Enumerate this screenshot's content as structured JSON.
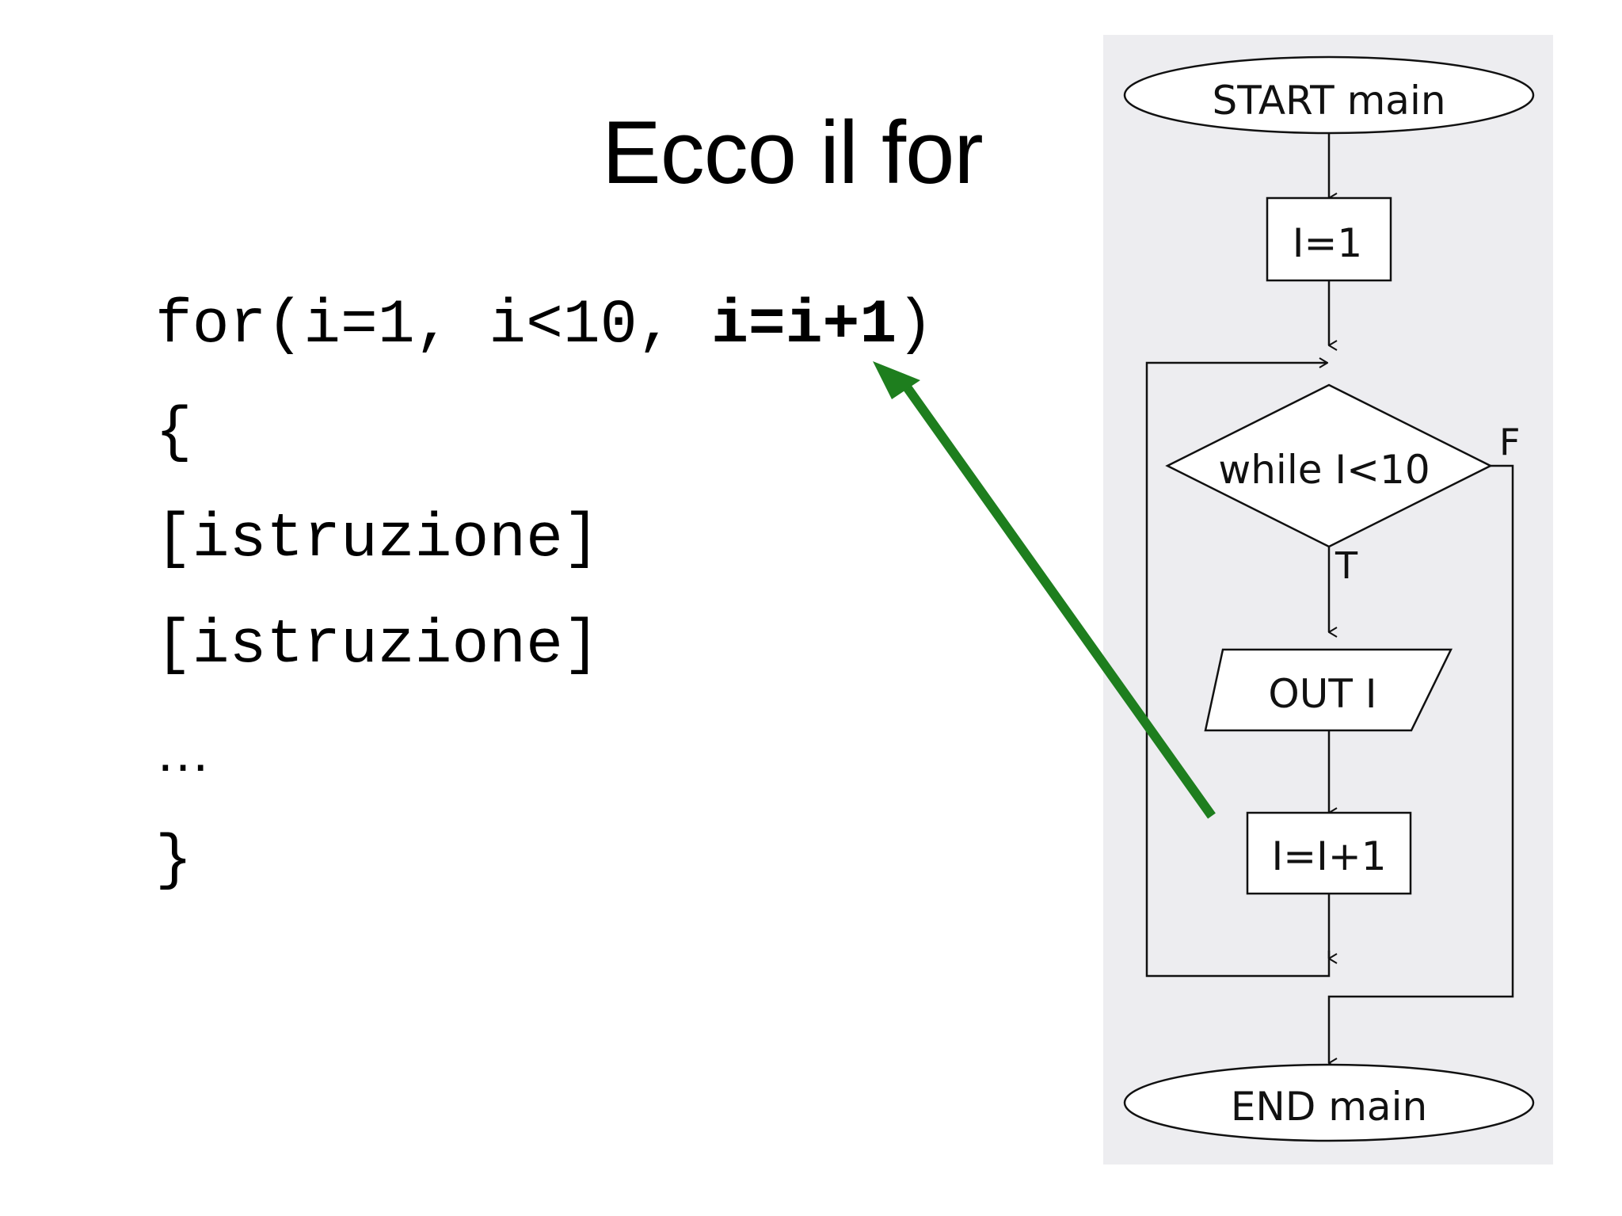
{
  "slide": {
    "title": "Ecco il for"
  },
  "code": {
    "line1_prefix": "for(i=1, i<10, ",
    "line1_bold": "i=i+1",
    "line1_suffix": ")",
    "line2": "{",
    "line3": "[istruzione]",
    "line4": "[istruzione]",
    "line5": "…",
    "line6": "}"
  },
  "flowchart": {
    "start": "START main",
    "init": "I=1",
    "condition": "while I<10",
    "false_label": "F",
    "true_label": "T",
    "output": "OUT I",
    "increment": "I=I+1",
    "end": "END main"
  },
  "colors": {
    "panel_background": "#ededf0",
    "arrow": "#1e7e1e",
    "stroke": "#111111"
  }
}
